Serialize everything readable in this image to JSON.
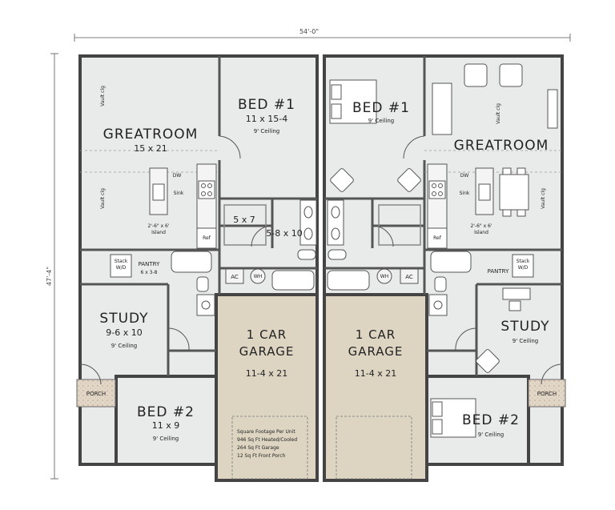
{
  "dimensions": {
    "width": "54'-0\"",
    "depth": "47'-4\""
  },
  "rooms": {
    "greatroom_left": {
      "name": "GREATROOM",
      "size": "15 x 21",
      "vault1": "Vault clg",
      "vault2": "Vault clg"
    },
    "greatroom_right": {
      "name": "GREATROOM",
      "vault1": "Vault clg",
      "vault2": "Vault clg"
    },
    "bed1_left": {
      "name": "BED #1",
      "size": "11 x 15-4",
      "ceiling": "9' Ceiling"
    },
    "bed1_right": {
      "name": "BED #1",
      "ceiling": "9' Ceiling"
    },
    "study_left": {
      "name": "STUDY",
      "size": "9-6 x 10",
      "ceiling": "9' Ceiling"
    },
    "study_right": {
      "name": "STUDY",
      "ceiling": "9' Ceiling"
    },
    "bed2_left": {
      "name": "BED #2",
      "size": "11 x 9",
      "ceiling": "9' Ceiling"
    },
    "bed2_right": {
      "name": "BED #2",
      "ceiling": "9' Ceiling"
    },
    "garage_left": {
      "line1": "1 CAR",
      "line2": "GARAGE",
      "size": "11-4 x 21"
    },
    "garage_right": {
      "line1": "1 CAR",
      "line2": "GARAGE",
      "size": "11-4 x 21"
    },
    "closet": "5 x 7",
    "bath": "5-8 x 10",
    "pantry_left": {
      "name": "PANTRY",
      "size": "6 x 3-8"
    },
    "pantry_right": {
      "name": "PANTRY"
    },
    "porch_left": "PORCH",
    "porch_right": "PORCH"
  },
  "kitchen": {
    "island": "2'-6\" x 6'",
    "island_word": "Island",
    "dw": "DW",
    "sink": "Sink",
    "ref": "Ref",
    "stack_top": "Stack",
    "stack_bot": "W/D"
  },
  "mech": {
    "ac": "AC",
    "wh": "WH"
  },
  "footage": {
    "title": "Square Footage Per Unit",
    "line1": "946 Sq Ft Heated/Cooled",
    "line2": "264 Sq Ft Garage",
    "line3": "12 Sq Ft Front Porch"
  },
  "colors": {
    "garage": "#ddd5c2",
    "floor": "#e9eaea",
    "wall": "#444444",
    "porch": "#e2d6c6"
  }
}
